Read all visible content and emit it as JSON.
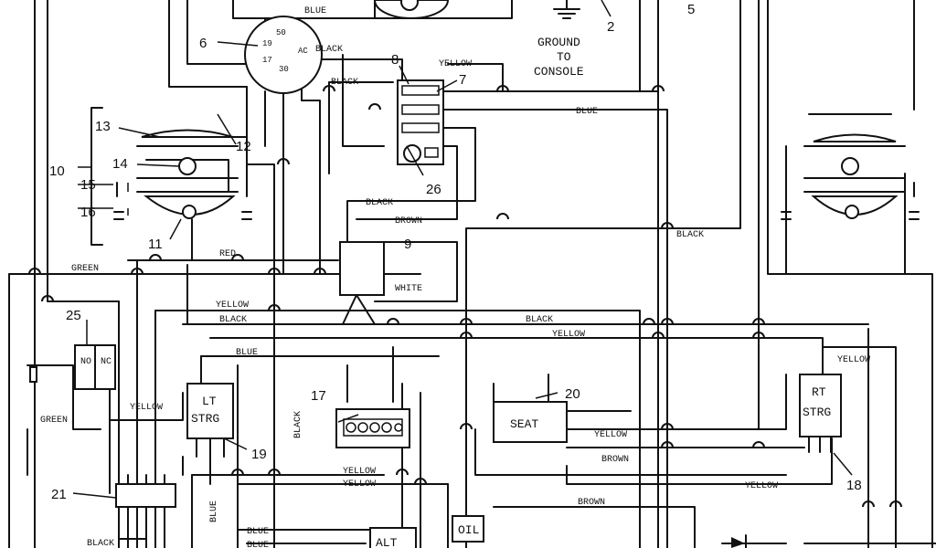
{
  "wire_labels": {
    "blue_top": "BLUE",
    "black_ignition": "BLACK",
    "black_mid": "BLACK",
    "yellow_top": "YELLOW",
    "blue_right": "BLUE",
    "black_9": "BLACK",
    "brown_9": "BROWN",
    "black_right": "BLACK",
    "red": "RED",
    "green": "GREEN",
    "white": "WHITE",
    "yellow_left": "YELLOW",
    "black_left": "BLACK",
    "black_long": "BLACK",
    "yellow_long": "YELLOW",
    "blue_lt": "BLUE",
    "yellow_right": "YELLOW",
    "green_side": "GREEN",
    "yellow_21": "YELLOW",
    "black_vert": "BLACK",
    "yellow_seat": "YELLOW",
    "brown_seat": "BROWN",
    "yellow_b1": "YELLOW",
    "yellow_b2": "YELLOW",
    "yellow_rt": "YELLOW",
    "brown_bottom": "BROWN",
    "blue_vert": "BLUE",
    "blue_b1": "BLUE",
    "blue_b2": "BLUE",
    "black_21": "BLACK"
  },
  "numbers": {
    "n2": "2",
    "n5": "5",
    "n6": "6",
    "n7": "7",
    "n8": "8",
    "n9": "9",
    "n10": "10",
    "n11": "11",
    "n12": "12",
    "n13": "13",
    "n14": "14",
    "n15": "15",
    "n16": "16",
    "n17": "17",
    "n18": "18",
    "n19": "19",
    "n20": "20",
    "n21": "21",
    "n25": "25",
    "n26": "26"
  },
  "switch_terminals": {
    "t50": "50",
    "t19": "19",
    "t17": "17",
    "t30": "30",
    "tac": "AC"
  },
  "components": {
    "ground_line1": "GROUND",
    "ground_line2": "TO",
    "ground_line3": "CONSOLE",
    "lt_strg_1": "LT",
    "lt_strg_2": "STRG",
    "rt_strg_1": "RT",
    "rt_strg_2": "STRG",
    "seat": "SEAT",
    "oil": "OIL",
    "alt": "ALT",
    "no": "NO",
    "nc": "NC"
  }
}
